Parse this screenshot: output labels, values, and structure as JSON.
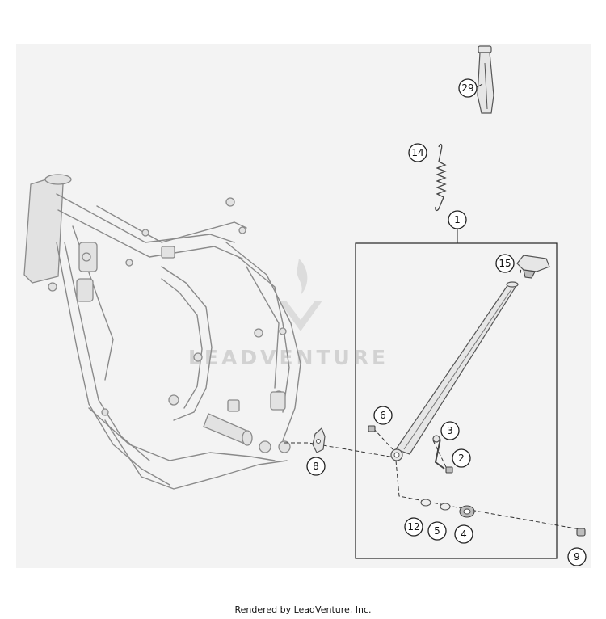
{
  "footer": {
    "text": "Rendered by LeadVenture, Inc."
  },
  "watermark": {
    "text": "LEADVENTURE"
  },
  "callouts": {
    "c1": "1",
    "c2": "2",
    "c3": "3",
    "c4": "4",
    "c5": "5",
    "c6": "6",
    "c8": "8",
    "c9": "9",
    "c12": "12",
    "c14": "14",
    "c15": "15",
    "c29": "29"
  },
  "colors": {
    "panel": "#f3f3f3",
    "frame": "#8a8a8a",
    "ink": "#222222"
  }
}
